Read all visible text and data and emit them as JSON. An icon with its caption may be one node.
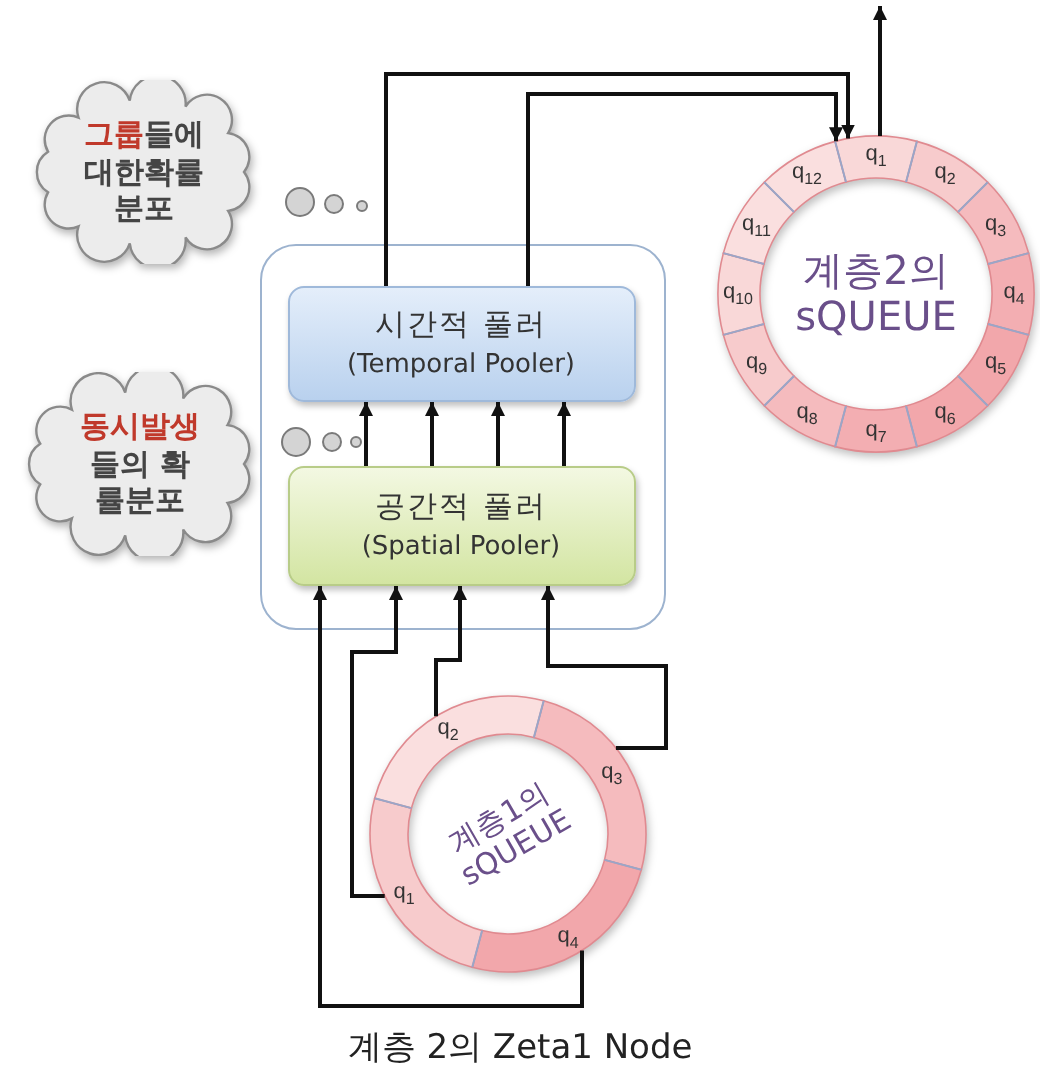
{
  "diagram": {
    "caption": "계층 2의 Zeta1 Node",
    "nodes": [
      {
        "text": [],
        "shape": "box"
      },
      {
        "text": [
          "시간적 풀러",
          "(Temporal Pooler)"
        ],
        "in": 0
      },
      {
        "text": [
          "공간적 풀러",
          "(Spatial Pooler)"
        ],
        "in": 0
      },
      {
        "text": [
          "**그룹**들에 대한확률 분포"
        ]
      },
      {
        "text": [
          "**동시발생** 들의 확 률분포"
        ]
      },
      {
        "text": [
          "계층2의 sQUEUE"
        ]
      },
      {
        "text": [
          "계층1의 sQUEUE"
        ]
      }
    ],
    "edges": [
      {
        "from": 1,
        "to": 5,
        "arrow": "to"
      },
      {
        "from": 1,
        "to": 5,
        "arrow": "to"
      },
      {
        "from": 5,
        "to": null,
        "arrow": "to"
      },
      {
        "from": 2,
        "to": 1,
        "arrow": "to"
      },
      {
        "from": 2,
        "to": 1,
        "arrow": "to"
      },
      {
        "from": 2,
        "to": 1,
        "arrow": "to"
      },
      {
        "from": 2,
        "to": 1,
        "arrow": "to"
      },
      {
        "from": 6,
        "to": 2,
        "arrow": "to"
      },
      {
        "from": 6,
        "to": 2,
        "arrow": "to"
      },
      {
        "from": 6,
        "to": 2,
        "arrow": "to"
      },
      {
        "from": 6,
        "to": 2,
        "arrow": "to"
      }
    ],
    "labels": [
      "q$_{1}$",
      "q$_{2}$",
      "q$_{3}$",
      "q$_{4}$",
      "q$_{5}$",
      "q$_{6}$",
      "q$_{7}$",
      "q$_{8}$",
      "q$_{9}$",
      "q$_{10}$",
      "q$_{11}$",
      "q$_{12}$",
      "q$_{1}$",
      "q$_{2}$",
      "q$_{3}$",
      "q$_{4}$"
    ]
  }
}
